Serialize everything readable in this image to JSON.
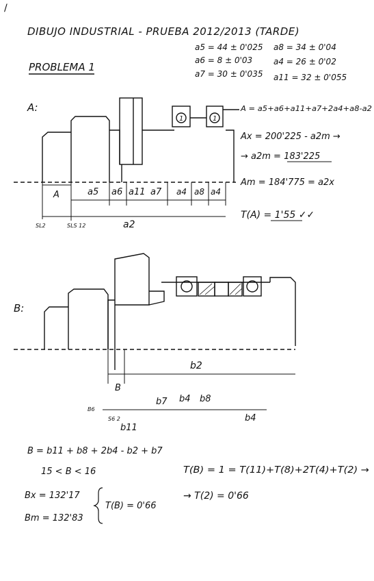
{
  "title": "DIBUJO INDUSTRIAL - PRUEBA 2012/2013 (TARDE)",
  "problem_heading": "PROBLEMA 1",
  "tolerances": {
    "col1": [
      "a5 = 44 ± 0'025",
      "a6 = 8 ± 0'03",
      "a7 = 30 ± 0'035"
    ],
    "col2": [
      "a8 = 34 ± 0'04",
      "a4 = 26 ± 0'02",
      "a11 = 32 ± 0'055"
    ]
  },
  "part_a": {
    "label": "A:",
    "equation": "A = a5+a6+a11+a7+2a4+a8-a2",
    "ax_line": "Ax = 200'225 - a2m →",
    "a2m_line": "→ a2m = 183'225",
    "am_line": "Am = 184'775 = a2x",
    "ta_line": "T(A) = 1'55 ✓✓",
    "dim_labels": [
      "A",
      "a5",
      "a6",
      "a11",
      "a7",
      "a4",
      "a8",
      "a4"
    ],
    "bottom_label": "a2",
    "ref_left": "SL2",
    "ref_mid": "SLS 12",
    "ball_marks": [
      "1",
      "1"
    ]
  },
  "part_b": {
    "label": "B:",
    "dim_label_b": "B",
    "dim_label_b2": "b2",
    "chain_labels": [
      "b7",
      "b4",
      "b8",
      "b4"
    ],
    "chain_sub": "b11",
    "chain_small_left": "B6",
    "chain_small_mid": "S6  2"
  },
  "equations": {
    "b_eq": "B = b11 + b8 + 2b4 - b2 + b7",
    "range": "15 < B < 16",
    "bx": "Bx = 132'17",
    "bm": "Bm = 132'83",
    "tb_brace": "T(B) = 0'66",
    "tb_sum": "T(B) = 1 = T(11)+T(8)+2T(4)+T(2) →",
    "t2": "→ T(2) = 0'66"
  },
  "corner_mark": "/"
}
